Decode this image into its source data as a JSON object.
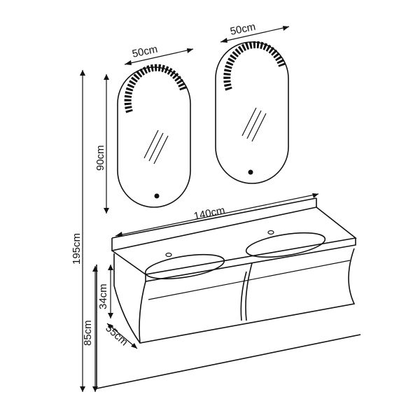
{
  "dimensions": {
    "mirror_left_width": "50cm",
    "mirror_right_width": "50cm",
    "mirror_height": "90cm",
    "counter_width": "140cm",
    "total_height": "195cm",
    "cabinet_height": "34cm",
    "floor_to_top": "85cm",
    "depth": "55cm"
  },
  "colors": {
    "ink": "#111111",
    "background": "#ffffff"
  }
}
